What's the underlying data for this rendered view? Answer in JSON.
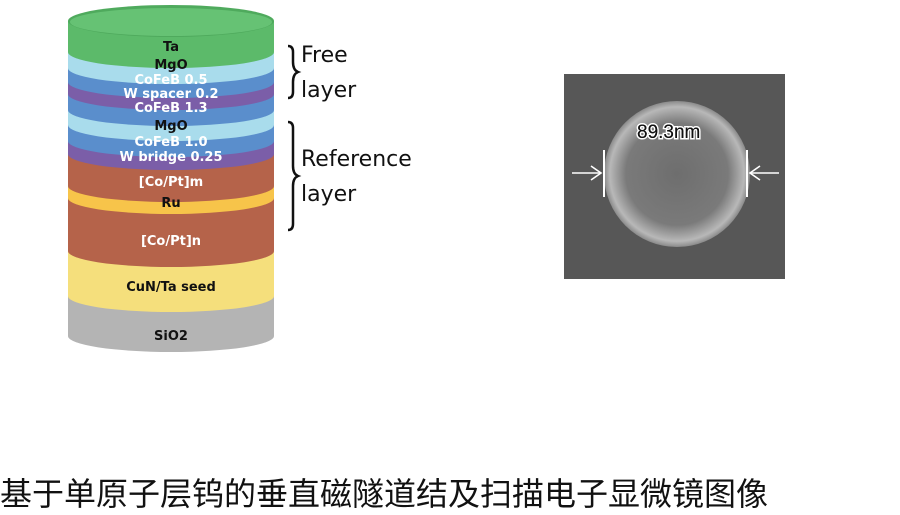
{
  "stack": {
    "layers": [
      {
        "label": "Ta",
        "color": "#5cba6a",
        "text_color": "#111111"
      },
      {
        "label": "MgO",
        "color": "#a9dcec",
        "text_color": "#111111"
      },
      {
        "label": "CoFeB 0.5",
        "color": "#5a8ecc",
        "text_color": "#ffffff"
      },
      {
        "label": "W spacer 0.2",
        "color": "#7b5ea8",
        "text_color": "#ffffff"
      },
      {
        "label": "CoFeB 1.3",
        "color": "#5a8ecc",
        "text_color": "#ffffff"
      },
      {
        "label": "MgO",
        "color": "#a9dcec",
        "text_color": "#111111"
      },
      {
        "label": "CoFeB 1.0",
        "color": "#5a8ecc",
        "text_color": "#ffffff"
      },
      {
        "label": "W bridge 0.25",
        "color": "#7b5ea8",
        "text_color": "#ffffff"
      },
      {
        "label": "[Co/Pt]m",
        "color": "#b5634a",
        "text_color": "#ffffff"
      },
      {
        "label": "Ru",
        "color": "#f7c44a",
        "text_color": "#111111"
      },
      {
        "label": "[Co/Pt]n",
        "color": "#b5634a",
        "text_color": "#ffffff"
      },
      {
        "label": "CuN/Ta seed",
        "color": "#f5df7c",
        "text_color": "#111111"
      },
      {
        "label": "SiO2",
        "color": "#b4b4b4",
        "text_color": "#111111"
      }
    ]
  },
  "groups": {
    "free": {
      "line1": "Free",
      "line2": "layer"
    },
    "reference": {
      "line1": "Reference",
      "line2": "layer"
    }
  },
  "sem": {
    "measurement": "89.3nm"
  },
  "caption": "基于单原子层钨的垂直磁隧道结及扫描电子显微镜图像"
}
